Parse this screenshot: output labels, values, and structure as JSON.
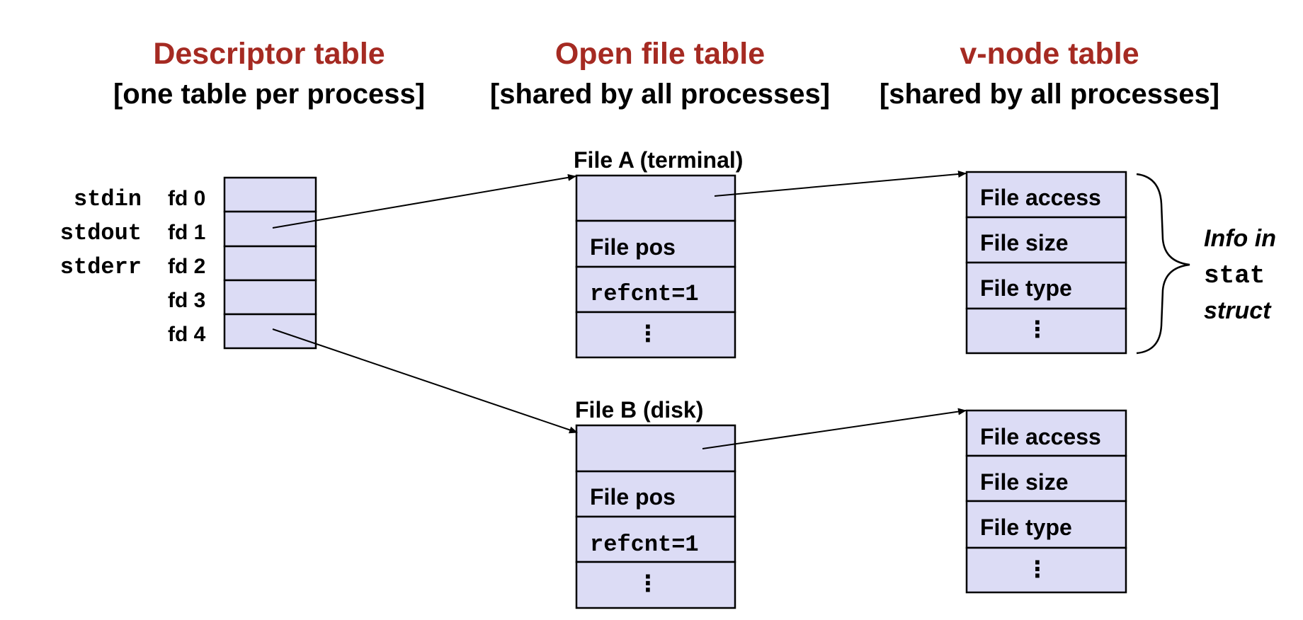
{
  "headers": {
    "descriptor": {
      "title": "Descriptor table",
      "subtitle": "[one table per process]"
    },
    "open_file": {
      "title": "Open file table",
      "subtitle": "[shared by all processes]"
    },
    "vnode": {
      "title": "v-node table",
      "subtitle": "[shared by all processes]"
    }
  },
  "descriptor_table": {
    "rows": [
      {
        "stream": "stdin",
        "fd": "fd 0"
      },
      {
        "stream": "stdout",
        "fd": "fd 1"
      },
      {
        "stream": "stderr",
        "fd": "fd 2"
      },
      {
        "stream": "",
        "fd": "fd 3"
      },
      {
        "stream": "",
        "fd": "fd 4"
      }
    ]
  },
  "open_files": [
    {
      "label": "File A (terminal)",
      "pos": "File pos",
      "refcnt": "refcnt=1",
      "more": "⋮"
    },
    {
      "label": "File B (disk)",
      "pos": "File pos",
      "refcnt": "refcnt=1",
      "more": "⋮"
    }
  ],
  "vnodes": [
    {
      "access": "File access",
      "size": "File size",
      "type": "File type",
      "more": "⋮"
    },
    {
      "access": "File access",
      "size": "File size",
      "type": "File type",
      "more": "⋮"
    }
  ],
  "annotation": {
    "line1": "Info in",
    "line2": "stat",
    "line3": "struct"
  }
}
